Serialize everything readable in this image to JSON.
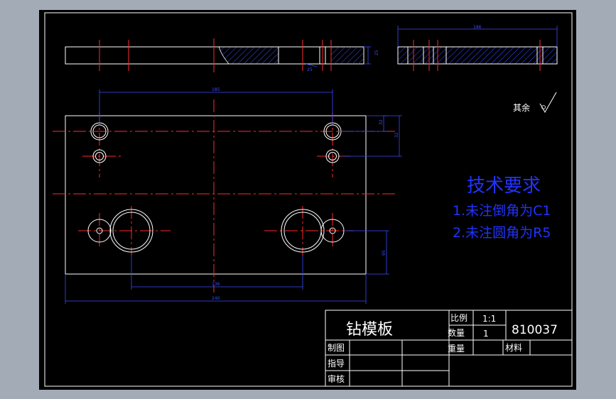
{
  "colors": {
    "background_outer": "#a3abb6",
    "sheet": "#000000",
    "outline": "#ffffff",
    "centerline": "#ff2a2a",
    "dimension": "#3a4dff",
    "hatch": "#3a4dff",
    "notes": "#2233ff"
  },
  "views": {
    "top_left": {
      "dim_text": "25",
      "side_dim": "25"
    },
    "top_right": {
      "dim_text": "186"
    },
    "front": {
      "dim_top": "185",
      "dim_right_small": "32",
      "dim_right_large": "32",
      "dim_right_bottom": "95",
      "dim_inner_bottom": "136",
      "dim_overall": "240"
    }
  },
  "surface_finish": {
    "label": "其余"
  },
  "requirements": {
    "title": "技术要求",
    "lines": [
      "1.未注倒角为C1",
      "2.未注圆角为R5"
    ]
  },
  "title_block": {
    "part_name": "钻模板",
    "scale_label": "比例",
    "scale_value": "1:1",
    "qty_label": "数量",
    "qty_value": "1",
    "weight_label": "重量",
    "material_label": "材料",
    "drawing_no": "810037",
    "drawn_label": "制图",
    "guide_label": "指导",
    "review_label": "审核"
  }
}
